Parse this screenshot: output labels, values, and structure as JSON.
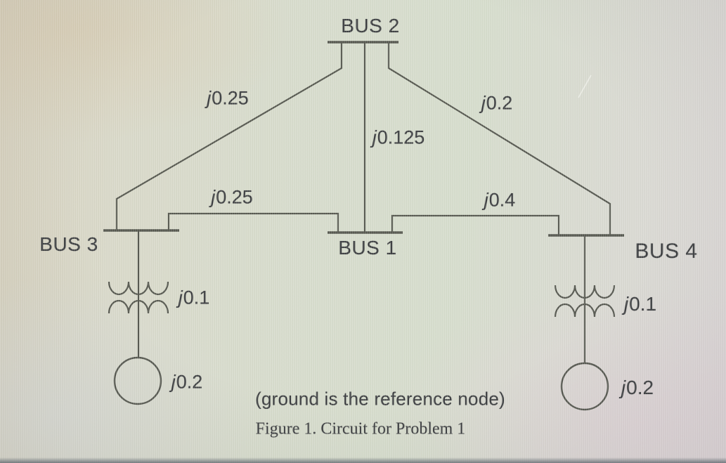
{
  "nodes": {
    "bus1": {
      "label": "BUS 1"
    },
    "bus2": {
      "label": "BUS 2"
    },
    "bus3": {
      "label": "BUS 3"
    },
    "bus4": {
      "label": "BUS 4"
    }
  },
  "lines": {
    "bus2_bus3": {
      "from": "BUS 2",
      "to": "BUS 3",
      "reactance": "j0.25"
    },
    "bus2_bus1": {
      "from": "BUS 2",
      "to": "BUS 1",
      "reactance": "j0.125"
    },
    "bus2_bus4": {
      "from": "BUS 2",
      "to": "BUS 4",
      "reactance": "j0.2"
    },
    "bus3_bus1": {
      "from": "BUS 3",
      "to": "BUS 1",
      "reactance": "j0.25"
    },
    "bus1_bus4": {
      "from": "BUS 1",
      "to": "BUS 4",
      "reactance": "j0.4"
    }
  },
  "shunts": {
    "bus3": {
      "transformer_reactance": "j0.1",
      "generator_reactance": "j0.2"
    },
    "bus4": {
      "transformer_reactance": "j0.1",
      "generator_reactance": "j0.2"
    }
  },
  "texts": {
    "ground_note": "(ground is the reference node)",
    "caption": "Figure 1. Circuit for Problem 1"
  },
  "colors": {
    "line": "#45473f",
    "text": "#35373a",
    "background_base": "#d7d9cc"
  }
}
